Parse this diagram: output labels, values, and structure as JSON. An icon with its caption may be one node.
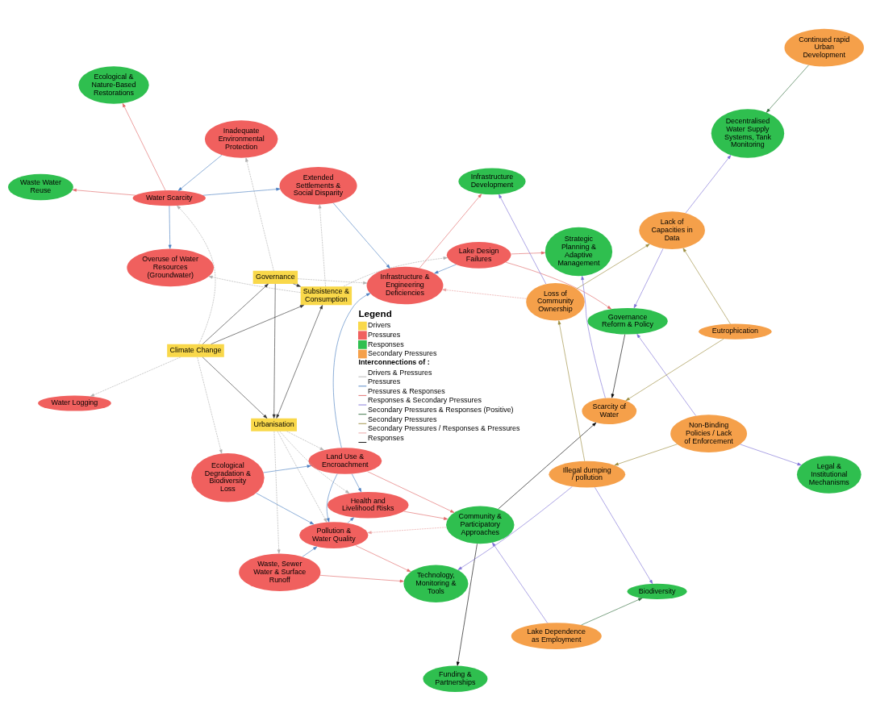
{
  "diagram": {
    "nodes": [
      {
        "text": [
          "Climate Change"
        ]
      },
      {
        "text": [
          "Urbanisation"
        ]
      },
      {
        "text": [
          "Subsistence & Consumption"
        ]
      },
      {
        "text": [
          "Governance"
        ]
      },
      {
        "text": [
          "Ecological Degradation & Biodiversity Loss"
        ]
      },
      {
        "text": [
          "Inadequate Environmental Protection"
        ]
      },
      {
        "text": [
          "Water Scarcity"
        ]
      },
      {
        "text": [
          "Waste, Sewer Water & Surface Runoff"
        ]
      },
      {
        "text": [
          "Water Logging"
        ]
      },
      {
        "text": [
          "Pollution & Water Quality"
        ]
      },
      {
        "text": [
          "Overuse of Water Resources (Groundwater)"
        ]
      },
      {
        "text": [
          "Land Use & Encroachment"
        ]
      },
      {
        "text": [
          "Extended Settlements & Social Disparity"
        ]
      },
      {
        "text": [
          "Health and Livelihood Risks"
        ]
      },
      {
        "text": [
          "Lake Design Failures"
        ]
      },
      {
        "text": [
          "Infrastructure & Engineering Deficiencies"
        ]
      },
      {
        "text": [
          "Legal & Institutional Mechanisms"
        ]
      },
      {
        "text": [
          "Ecological & Nature-Based Restorations"
        ]
      },
      {
        "text": [
          "Technology, Monitoring & Tools"
        ]
      },
      {
        "text": [
          "Waste Water Reuse"
        ]
      },
      {
        "text": [
          "Biodiversity"
        ]
      },
      {
        "text": [
          "Decentralised Water Supply Systems, Tank Monitoring"
        ]
      },
      {
        "text": [
          "Community & Participatory Approaches"
        ]
      },
      {
        "text": [
          "Funding & Partnerships"
        ]
      },
      {
        "text": [
          "Governance Reform & Policy"
        ]
      },
      {
        "text": [
          "Strategic Planning & Adaptive Management"
        ]
      },
      {
        "text": [
          "Infrastructure Development"
        ]
      },
      {
        "text": [
          "Non-Binding Policies / Lack of Enforcement"
        ]
      },
      {
        "text": [
          "Eutrophication"
        ]
      },
      {
        "text": [
          "Illegal dumping / pollution"
        ]
      },
      {
        "text": [
          "Continued rapid Urban Development"
        ]
      },
      {
        "text": [
          "Lake Dependence as Employment"
        ]
      },
      {
        "text": [
          "Lack of Capacities in Data"
        ]
      },
      {
        "text": [
          "Loss of Community Ownership"
        ]
      },
      {
        "text": [
          "Scarcity of Water"
        ]
      }
    ],
    "edges": [
      {
        "from": 0,
        "to": 1,
        "arrow": "to",
        "color": "#333333"
      },
      {
        "from": 0,
        "to": 2,
        "arrow": "to",
        "color": "#333333"
      },
      {
        "from": 0,
        "to": 3,
        "arrow": "to",
        "color": "#333333"
      },
      {
        "from": 1,
        "to": 2,
        "arrow": "both",
        "color": "#333333"
      },
      {
        "from": 3,
        "to": 1,
        "arrow": "to",
        "color": "#333333"
      },
      {
        "from": 3,
        "to": 2,
        "arrow": "to",
        "color": "#333333"
      },
      {
        "from": 0,
        "to": 8,
        "arrow": "to",
        "style": "dashed",
        "color": "#b0b0b0"
      },
      {
        "from": 0,
        "to": 6,
        "arrow": "to",
        "style": "dashed",
        "color": "#b0b0b0"
      },
      {
        "from": 0,
        "to": 4,
        "arrow": "to",
        "style": "dashed",
        "color": "#b0b0b0"
      },
      {
        "from": 1,
        "to": 11,
        "arrow": "to",
        "style": "dashed",
        "color": "#b0b0b0"
      },
      {
        "from": 1,
        "to": 9,
        "arrow": "to",
        "style": "dashed",
        "color": "#b0b0b0"
      },
      {
        "from": 1,
        "to": 7,
        "arrow": "to",
        "style": "dashed",
        "color": "#b0b0b0"
      },
      {
        "from": 1,
        "to": 13,
        "arrow": "to",
        "style": "dashed",
        "color": "#b0b0b0"
      },
      {
        "from": 2,
        "to": 10,
        "arrow": "to",
        "style": "dashed",
        "color": "#b0b0b0"
      },
      {
        "from": 2,
        "to": 12,
        "arrow": "to",
        "style": "dashed",
        "color": "#b0b0b0"
      },
      {
        "from": 2,
        "to": 14,
        "arrow": "to",
        "style": "dashed",
        "color": "#b0b0b0"
      },
      {
        "from": 3,
        "to": 5,
        "arrow": "to",
        "style": "dashed",
        "color": "#b0b0b0"
      },
      {
        "from": 3,
        "to": 15,
        "arrow": "to",
        "style": "dashed",
        "color": "#b0b0b0"
      },
      {
        "from": 4,
        "to": 9,
        "arrow": "to",
        "color": "#4a7fc1"
      },
      {
        "from": 4,
        "to": 11,
        "arrow": "to",
        "color": "#4a7fc1"
      },
      {
        "from": 5,
        "to": 6,
        "arrow": "to",
        "color": "#4a7fc1"
      },
      {
        "from": 6,
        "to": 12,
        "arrow": "to",
        "color": "#4a7fc1"
      },
      {
        "from": 6,
        "to": 10,
        "arrow": "to",
        "color": "#4a7fc1"
      },
      {
        "from": 7,
        "to": 9,
        "arrow": "to",
        "color": "#4a7fc1"
      },
      {
        "from": 11,
        "to": 9,
        "arrow": "to",
        "color": "#4a7fc1"
      },
      {
        "from": 11,
        "to": 13,
        "arrow": "to",
        "color": "#4a7fc1"
      },
      {
        "from": 11,
        "to": 15,
        "arrow": "to",
        "color": "#4a7fc1"
      },
      {
        "from": 9,
        "to": 13,
        "arrow": "to",
        "color": "#4a7fc1"
      },
      {
        "from": 14,
        "to": 15,
        "arrow": "to",
        "color": "#4a7fc1"
      },
      {
        "from": 12,
        "to": 15,
        "arrow": "to",
        "color": "#4a7fc1"
      },
      {
        "from": 6,
        "to": 17,
        "arrow": "to",
        "color": "#e06666"
      },
      {
        "from": 6,
        "to": 19,
        "arrow": "to",
        "color": "#e06666"
      },
      {
        "from": 9,
        "to": 18,
        "arrow": "to",
        "color": "#e06666"
      },
      {
        "from": 7,
        "to": 18,
        "arrow": "to",
        "color": "#e06666"
      },
      {
        "from": 11,
        "to": 22,
        "arrow": "to",
        "color": "#e06666"
      },
      {
        "from": 13,
        "to": 22,
        "arrow": "to",
        "color": "#e06666"
      },
      {
        "from": 14,
        "to": 24,
        "arrow": "to",
        "color": "#e06666"
      },
      {
        "from": 14,
        "to": 25,
        "arrow": "to",
        "color": "#e06666"
      },
      {
        "from": 15,
        "to": 26,
        "arrow": "to",
        "color": "#e06666"
      },
      {
        "from": 27,
        "to": 16,
        "arrow": "to",
        "color": "#7b6fd6"
      },
      {
        "from": 27,
        "to": 24,
        "arrow": "to",
        "color": "#7b6fd6"
      },
      {
        "from": 29,
        "to": 18,
        "arrow": "to",
        "color": "#7b6fd6"
      },
      {
        "from": 29,
        "to": 20,
        "arrow": "to",
        "color": "#7b6fd6"
      },
      {
        "from": 31,
        "to": 22,
        "arrow": "to",
        "color": "#7b6fd6"
      },
      {
        "from": 32,
        "to": 24,
        "arrow": "to",
        "color": "#7b6fd6"
      },
      {
        "from": 32,
        "to": 21,
        "arrow": "to",
        "color": "#7b6fd6"
      },
      {
        "from": 33,
        "to": 26,
        "arrow": "to",
        "color": "#7b6fd6"
      },
      {
        "from": 34,
        "to": 25,
        "arrow": "to",
        "color": "#7b6fd6"
      },
      {
        "from": 31,
        "to": 20,
        "arrow": "to",
        "color": "#2e6b3a"
      },
      {
        "from": 30,
        "to": 21,
        "arrow": "to",
        "color": "#2e6b3a"
      },
      {
        "from": 27,
        "to": 29,
        "arrow": "to",
        "color": "#9a8a3a"
      },
      {
        "from": 28,
        "to": 32,
        "arrow": "to",
        "color": "#9a8a3a"
      },
      {
        "from": 29,
        "to": 33,
        "arrow": "to",
        "color": "#9a8a3a"
      },
      {
        "from": 33,
        "to": 32,
        "arrow": "to",
        "color": "#9a8a3a"
      },
      {
        "from": 28,
        "to": 34,
        "arrow": "to",
        "color": "#9a8a3a"
      },
      {
        "from": 33,
        "to": 15,
        "arrow": "to",
        "style": "dashed",
        "color": "#e8a0a0"
      },
      {
        "from": 22,
        "to": 9,
        "arrow": "to",
        "style": "dashed",
        "color": "#e8a0a0"
      },
      {
        "from": 22,
        "to": 23,
        "arrow": "to",
        "color": "#000000"
      },
      {
        "from": 22,
        "to": 34,
        "arrow": "to",
        "color": "#000000"
      },
      {
        "from": 24,
        "to": 34,
        "arrow": "to",
        "color": "#000000"
      }
    ],
    "labels": [
      "Legend",
      "Interconnections of :"
    ],
    "legend": [
      {
        "text": "Drivers",
        "color": "#f9d84a"
      },
      {
        "text": "Pressures",
        "color": "#f0605e"
      },
      {
        "text": "Responses",
        "color": "#2fbf4f"
      },
      {
        "text": "Secondary Pressures",
        "color": "#f5a04a"
      },
      {
        "text": "Drivers & Pressures"
      },
      {
        "text": "Pressures"
      },
      {
        "text": "Pressures & Responses"
      },
      {
        "text": "Responses & Secondary Pressures"
      },
      {
        "text": "Secondary Pressures & Responses (Positive)"
      },
      {
        "text": "Secondary Pressures"
      },
      {
        "text": "Secondary Pressures / Responses & Pressures"
      },
      {
        "text": "Responses"
      }
    ]
  }
}
